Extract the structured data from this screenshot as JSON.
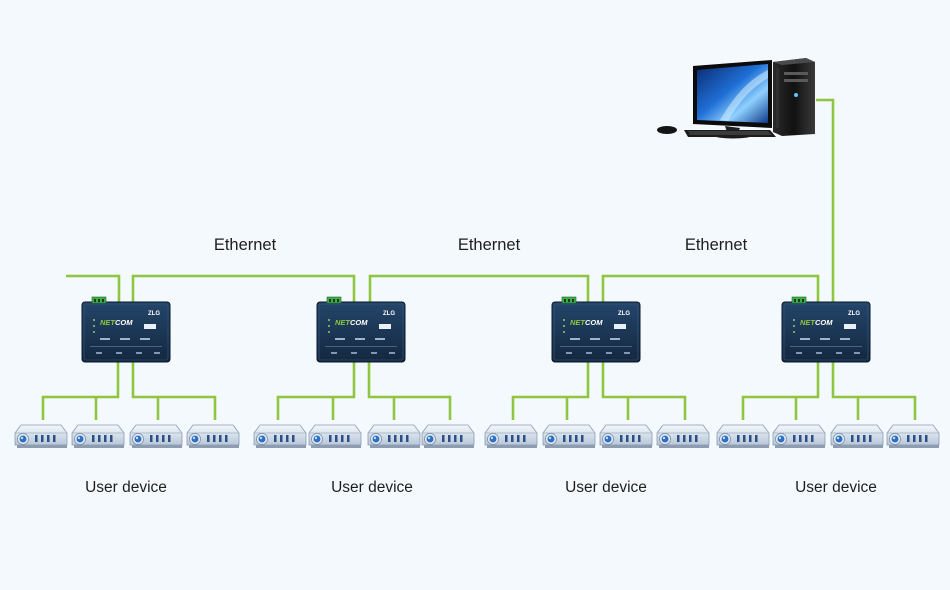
{
  "labels": {
    "ethernet_1": "Ethernet",
    "ethernet_2": "Ethernet",
    "ethernet_3": "Ethernet",
    "user_device_1": "User device",
    "user_device_2": "User device",
    "user_device_3": "User device",
    "user_device_4": "User device"
  },
  "converter": {
    "brand": "NETCOM",
    "brand_accent": "NET",
    "vendor": "ZLG"
  },
  "colors": {
    "background": "#f4f9fd",
    "link": "#8ec63f",
    "converter_body": "#1c3553",
    "device_body": "#dfe8f2",
    "device_lens": "#2f6fc4"
  },
  "icons": {
    "computer": "desktop-computer-icon",
    "converter": "serial-server-icon",
    "user_device": "projector-icon"
  }
}
